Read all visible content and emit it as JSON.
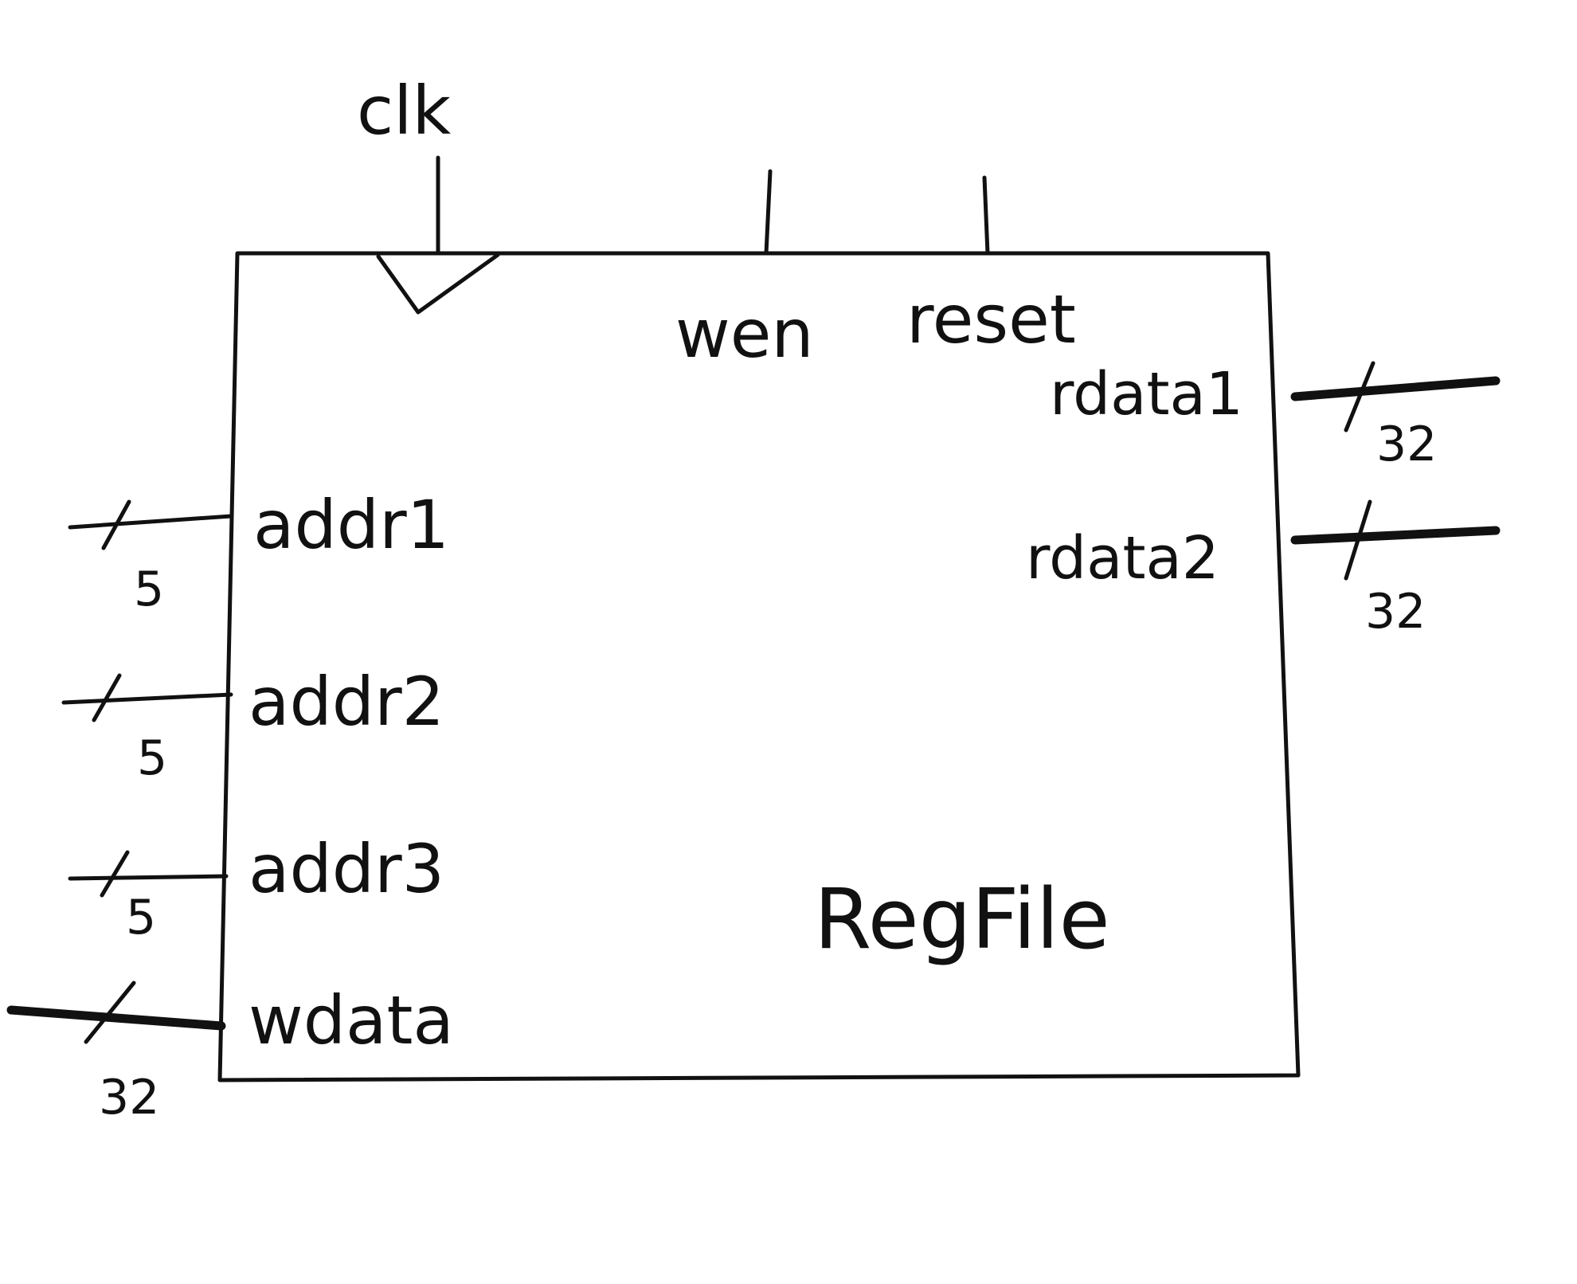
{
  "block": {
    "name": "RegFile"
  },
  "signals": {
    "clk": "clk",
    "wen": "wen",
    "reset": "reset",
    "addr1": "addr1",
    "addr2": "addr2",
    "addr3": "addr3",
    "wdata": "wdata",
    "rdata1": "rdata1",
    "rdata2": "rdata2"
  },
  "widths": {
    "addr1": "5",
    "addr2": "5",
    "addr3": "5",
    "wdata": "32",
    "rdata1": "32",
    "rdata2": "32"
  },
  "colors": {
    "ink": "#111111",
    "paper": "#ffffff"
  }
}
